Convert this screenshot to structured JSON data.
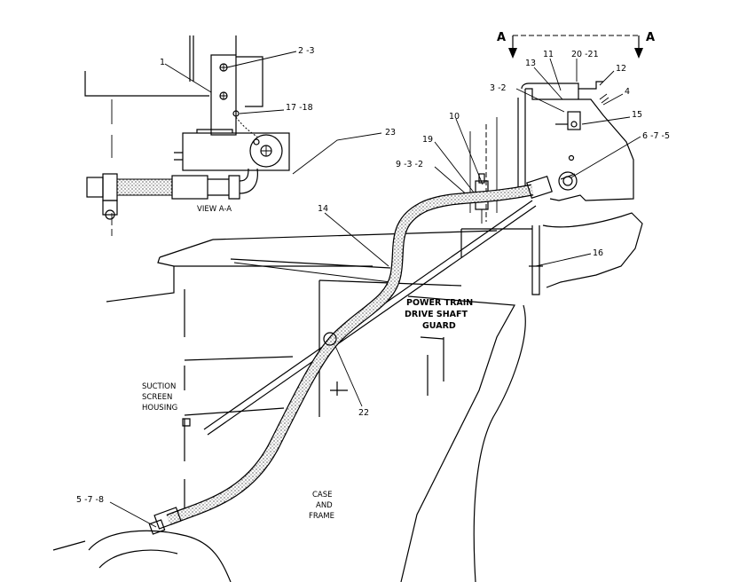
{
  "section_marker": {
    "left": "A",
    "right": "A"
  },
  "view_label": "VIEW A-A",
  "callouts": {
    "c1": "1",
    "c2_3": "2 -3",
    "c17_18": "17 -18",
    "c23": "23",
    "c14": "14",
    "c10": "10",
    "c19": "19",
    "c9_3_2": "9 -3 -2",
    "c3_2": "3 -2",
    "c13": "13",
    "c11": "11",
    "c20_21": "20 -21",
    "c12": "12",
    "c4": "4",
    "c15": "15",
    "c6_7_5": "6 -7 -5",
    "c16": "16",
    "c22": "22",
    "c5_7_8": "5 -7 -8"
  },
  "captions": {
    "power_train": [
      "POWER TRAIN",
      "DRIVE SHAFT",
      "GUARD"
    ],
    "suction_screen": [
      "SUCTION",
      "SCREEN",
      "HOUSING"
    ],
    "case_frame": [
      "CASE",
      "AND",
      "FRAME"
    ]
  }
}
